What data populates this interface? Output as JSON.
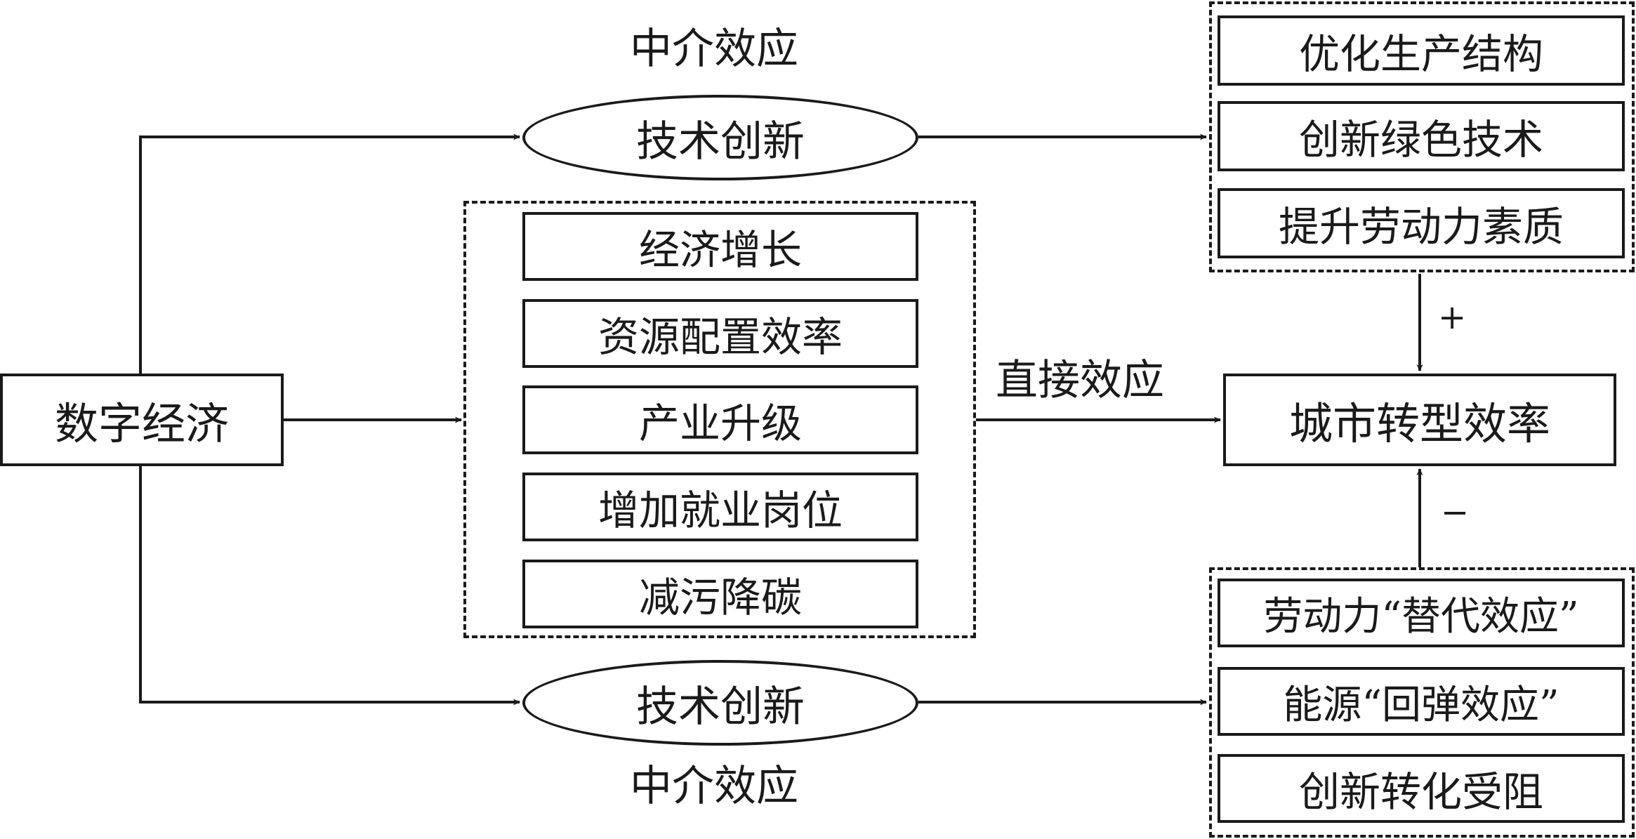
{
  "source": "数字经济",
  "mediators": {
    "top_label": "中介效应",
    "top_node": "技术创新",
    "bottom_label": "中介效应",
    "bottom_node": "技术创新"
  },
  "direct_group": [
    "经济增长",
    "资源配置效率",
    "产业升级",
    "增加就业岗位",
    "减污降碳"
  ],
  "direct_label": "直接效应",
  "target": "城市转型效率",
  "positive_group": [
    "优化生产结构",
    "创新绿色技术",
    "提升劳动力素质"
  ],
  "negative_group": [
    "劳动力“替代效应”",
    "能源“回弹效应”",
    "创新转化受阻"
  ],
  "signs": {
    "positive": "+",
    "negative": "−"
  }
}
